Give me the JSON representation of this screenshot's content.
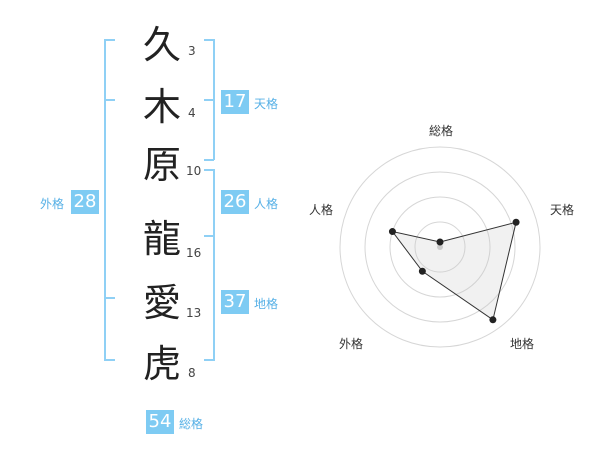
{
  "name": {
    "surname": [
      {
        "char": "久",
        "strokes": "3"
      },
      {
        "char": "木",
        "strokes": "4"
      },
      {
        "char": "原",
        "strokes": "10"
      }
    ],
    "given": [
      {
        "char": "龍",
        "strokes": "16"
      },
      {
        "char": "愛",
        "strokes": "13"
      },
      {
        "char": "虎",
        "strokes": "8"
      }
    ]
  },
  "kakusuu": {
    "tenkaku": {
      "value": "17",
      "label": "天格"
    },
    "jinkaku": {
      "value": "26",
      "label": "人格"
    },
    "chikaku": {
      "value": "37",
      "label": "地格"
    },
    "gaikaku": {
      "value": "28",
      "label": "外格"
    },
    "soukaku": {
      "value": "54",
      "label": "総格"
    }
  },
  "colors": {
    "accent": "#7ecbf3",
    "bracket": "#8fd0f5",
    "accent_text": "#56b0e6"
  },
  "chart_data": {
    "type": "radar",
    "axes": [
      "総格",
      "天格",
      "地格",
      "外格",
      "人格"
    ],
    "values": [
      0.05,
      0.8,
      0.9,
      0.3,
      0.5
    ],
    "rings": 4
  }
}
